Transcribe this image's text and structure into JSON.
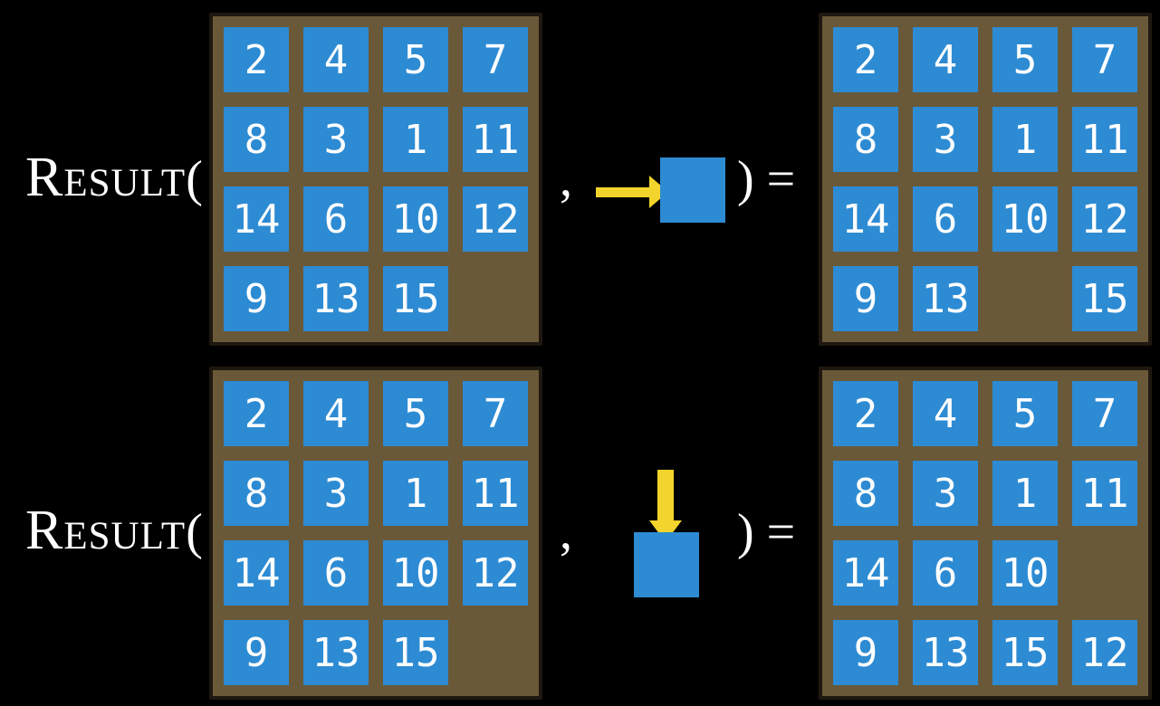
{
  "colors": {
    "background": "#000000",
    "board_fill": "#6A5938",
    "board_border": "#1F1810",
    "tile_fill": "#2D8BD3",
    "tile_text": "#FFFFFF",
    "arrow_fill": "#F2D42C",
    "text": "#FFFFFF"
  },
  "rows": [
    {
      "function_label": "Result",
      "open_paren": "(",
      "separator": ",",
      "close_paren": ")",
      "equals_sign": "=",
      "move": {
        "direction": "right",
        "icon": "right-arrow-icon"
      },
      "input_grid": [
        [
          2,
          4,
          5,
          7
        ],
        [
          8,
          3,
          1,
          11
        ],
        [
          14,
          6,
          10,
          12
        ],
        [
          9,
          13,
          15,
          null
        ]
      ],
      "output_grid": [
        [
          2,
          4,
          5,
          7
        ],
        [
          8,
          3,
          1,
          11
        ],
        [
          14,
          6,
          10,
          12
        ],
        [
          9,
          13,
          null,
          15
        ]
      ]
    },
    {
      "function_label": "Result",
      "open_paren": "(",
      "separator": ",",
      "close_paren": ")",
      "equals_sign": "=",
      "move": {
        "direction": "down",
        "icon": "down-arrow-icon"
      },
      "input_grid": [
        [
          2,
          4,
          5,
          7
        ],
        [
          8,
          3,
          1,
          11
        ],
        [
          14,
          6,
          10,
          12
        ],
        [
          9,
          13,
          15,
          null
        ]
      ],
      "output_grid": [
        [
          2,
          4,
          5,
          7
        ],
        [
          8,
          3,
          1,
          11
        ],
        [
          14,
          6,
          10,
          null
        ],
        [
          9,
          13,
          15,
          12
        ]
      ]
    }
  ]
}
